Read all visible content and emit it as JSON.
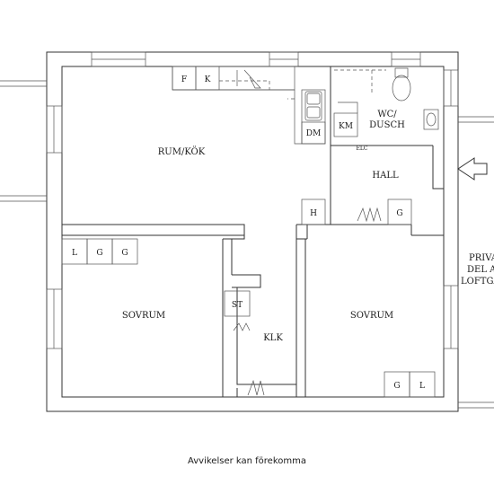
{
  "rooms": {
    "kitchen": "RUM/KÖK",
    "bedroom_left": "SOVRUM",
    "bedroom_right": "SOVRUM",
    "bathroom_line1": "WC/",
    "bathroom_line2": "DUSCH",
    "hall": "HALL",
    "closet": "KLK"
  },
  "fixtures": {
    "freezer": "F",
    "fridge": "K",
    "dishwasher": "DM",
    "washer": "KM",
    "electrical": "ELC",
    "hat_shelf": "H",
    "hall_wardrobe": "G",
    "storage": "ST",
    "wardrobe_left_L": "L",
    "wardrobe_left_G1": "G",
    "wardrobe_left_G2": "G",
    "wardrobe_right_G": "G",
    "wardrobe_right_L": "L"
  },
  "outside": {
    "line1": "PRIVAT",
    "line2": "DEL AV",
    "line3": "LOFTGÅNG"
  },
  "caption": "Avvikelser kan förekomma"
}
